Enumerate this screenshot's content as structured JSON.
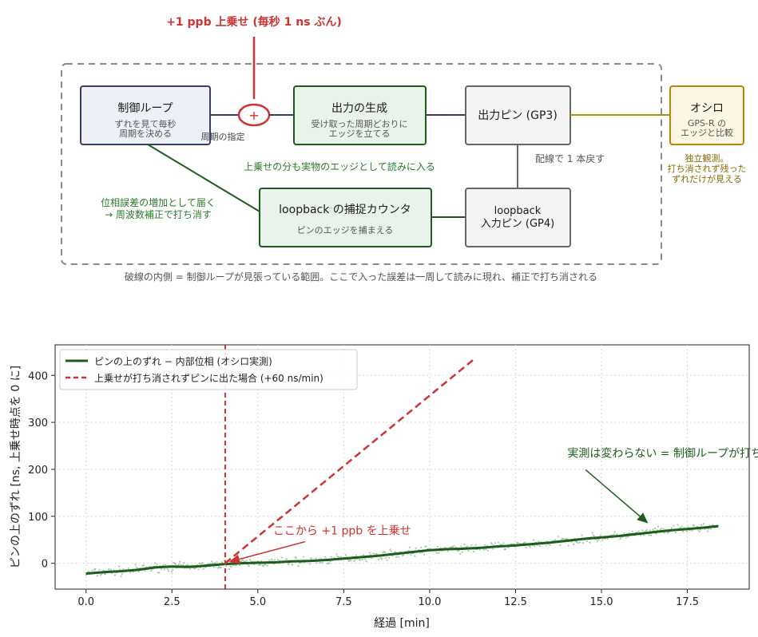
{
  "diagram": {
    "top_label": "+1 ppb 上乗せ (毎秒 1 ns ぶん)",
    "control_loop": {
      "title": "制御ループ",
      "sub1": "ずれを見て毎秒",
      "sub2": "周期を決める"
    },
    "period_label": "周期の指定",
    "sum_symbol": "+",
    "output_gen": {
      "title": "出力の生成",
      "sub1": "受け取った周期どおりに",
      "sub2": "エッジを立てる"
    },
    "output_pin": {
      "title": "出力ピン (GP3)"
    },
    "scope": {
      "title": "オシロ",
      "sub1": "GPS-R の",
      "sub2": "エッジと比較"
    },
    "scope_note": [
      "独立観測。",
      "打ち消されず残った",
      "ずれだけが見える"
    ],
    "wire_label": "配線で 1 本戻す",
    "feedback_label": "上乗せの分も実物のエッジとして読みに入る",
    "capture": {
      "title": "loopback の捕捉カウンタ",
      "sub": "ピンのエッジを捕まえる"
    },
    "loopback_pin": {
      "title1": "loopback",
      "title2": "入力ピン (GP4)"
    },
    "phase_note": [
      "位相誤差の増加として届く",
      "→ 周波数補正で打ち消す"
    ],
    "caption": "破線の内側 = 制御ループが見張っている範囲。ここで入った誤差は一周して読みに現れ、補正で打ち消される"
  },
  "chart_data": {
    "type": "line",
    "xlabel": "経過 [min]",
    "ylabel": "ピンの上のずれ [ns, 上乗せ時点を 0 に]",
    "xlim": [
      -0.9,
      19.3
    ],
    "ylim": [
      -55,
      465
    ],
    "xticks": [
      0.0,
      2.5,
      5.0,
      7.5,
      10.0,
      12.5,
      15.0,
      17.5
    ],
    "xtick_labels": [
      "0.0",
      "2.5",
      "5.0",
      "7.5",
      "10.0",
      "12.5",
      "15.0",
      "17.5"
    ],
    "yticks": [
      0,
      100,
      200,
      300,
      400
    ],
    "ytick_labels": [
      "0",
      "100",
      "200",
      "300",
      "400"
    ],
    "grid": true,
    "legend_position": "top-left",
    "series": [
      {
        "name": "ピンの上のずれ − 内部位相 (オシロ実測)",
        "color": "#1d5c1d",
        "style": "solid",
        "x": [
          0,
          0.5,
          1.0,
          1.5,
          2.0,
          2.5,
          3.0,
          3.5,
          4.0,
          4.5,
          5.0,
          5.5,
          6.0,
          6.5,
          7.0,
          7.5,
          8.0,
          8.5,
          9.0,
          9.5,
          10.0,
          10.5,
          11.0,
          11.5,
          12.0,
          12.5,
          13.0,
          13.5,
          14.0,
          14.5,
          15.0,
          15.5,
          16.0,
          16.5,
          17.0,
          17.5,
          18.0,
          18.4
        ],
        "y": [
          -22,
          -19,
          -17,
          -14,
          -9,
          -7,
          -8,
          -5,
          -2,
          0,
          1,
          2,
          4,
          5,
          7,
          10,
          13,
          16,
          20,
          24,
          28,
          30,
          31,
          33,
          36,
          38,
          41,
          44,
          48,
          52,
          55,
          58,
          62,
          66,
          70,
          73,
          76,
          79
        ]
      },
      {
        "name": "上乗せが打ち消されずピンに出た場合 (+60 ns/min)",
        "color": "#cc3333",
        "style": "dashed",
        "x": [
          4.05,
          11.3
        ],
        "y": [
          0,
          435
        ]
      }
    ],
    "scatter_color": "#7fb77f",
    "vline": {
      "x": 4.05,
      "color": "#cc3333"
    },
    "annotations": [
      {
        "text": "ここから +1 ppb を上乗せ",
        "x": 4.05,
        "y": 0,
        "color": "#cc3333"
      },
      {
        "text": "実測は変わらない = 制御ループが打ち消した",
        "x": 16.4,
        "y": 80,
        "color": "#1d5c1d"
      }
    ]
  }
}
